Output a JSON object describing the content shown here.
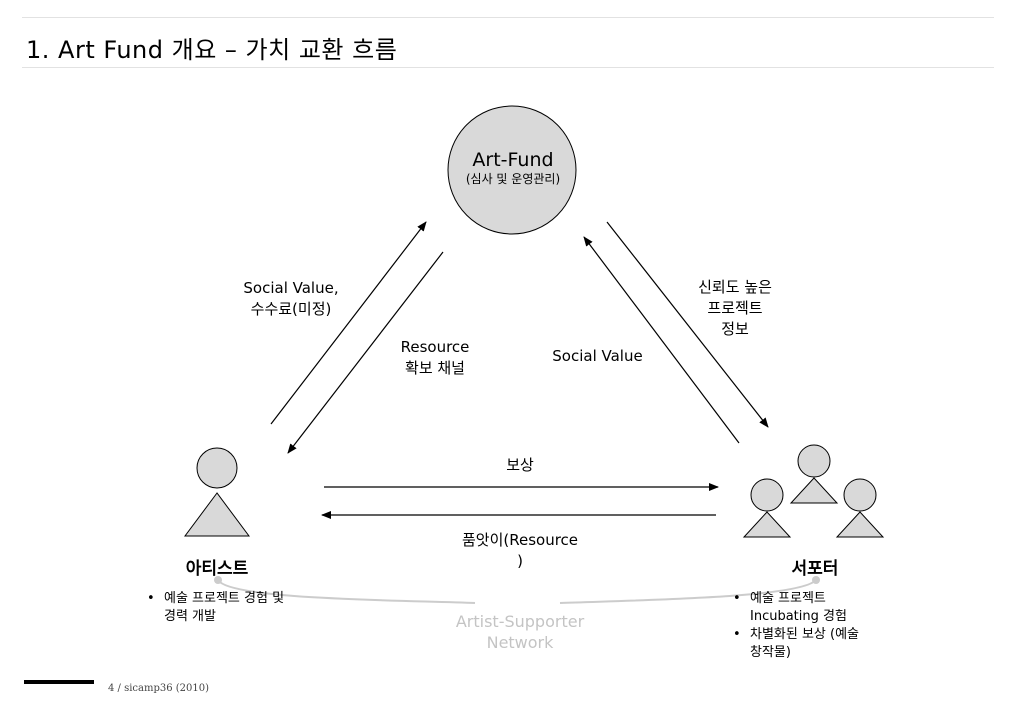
{
  "slide": {
    "title": "1. Art Fund 개요 – 가치 교환 흐름"
  },
  "center_node": {
    "title": "Art-Fund",
    "subtitle": "(심사 및 운영관리)"
  },
  "artist_node": {
    "label": "아티스트",
    "bullets": [
      [
        "예술 프로젝트 경험 및",
        "경력 개발"
      ]
    ]
  },
  "supporter_node": {
    "label": "서포터",
    "bullets": [
      [
        "예술 프로젝트",
        "Incubating 경험"
      ],
      [
        "차별화된 보상 (예술",
        "창작물)"
      ]
    ]
  },
  "flows": {
    "artist_to_fund": [
      "Social Value,",
      "수수료(미정)"
    ],
    "fund_to_artist": [
      "Resource",
      "확보 채널"
    ],
    "supporter_to_fund": [
      "Social Value"
    ],
    "fund_to_supporter": [
      "신뢰도 높은",
      "프로젝트",
      "정보"
    ],
    "artist_to_supporter": [
      "보상"
    ],
    "supporter_to_artist": [
      "품앗이(Resource",
      ")"
    ]
  },
  "network_label": [
    "Artist-Supporter",
    "Network"
  ],
  "footer": {
    "text": "4 / sicamp36 (2010)"
  },
  "colors": {
    "node_fill": "#d9d9d9",
    "network_line": "#cccccc",
    "network_text": "#c4c4c4",
    "rule": "#e2e2e2"
  },
  "icons": [
    "person-icon",
    "group-icon"
  ]
}
